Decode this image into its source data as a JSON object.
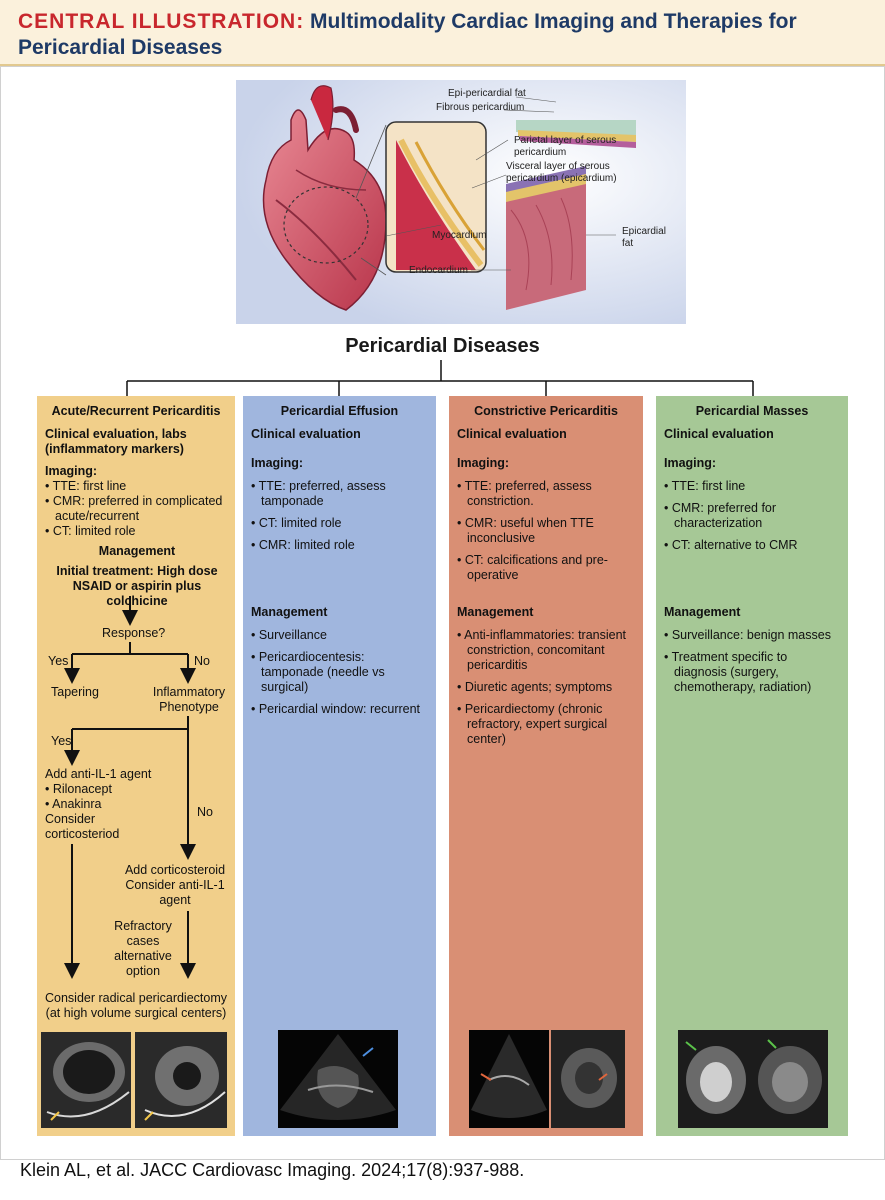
{
  "header": {
    "label": "CENTRAL ILLUSTRATION:",
    "title": "Multimodality Cardiac Imaging and Therapies for Pericardial Diseases"
  },
  "anatomy_labels": {
    "epi_fat": "Epi-pericardial fat",
    "fibrous": "Fibrous pericardium",
    "parietal_1": "Parietal layer of serous",
    "parietal_2": "pericardium",
    "visceral_1": "Visceral layer of serous",
    "visceral_2": "pericardium (epicardium)",
    "myocardium": "Myocardium",
    "epicardial_1": "Epicardial",
    "epicardial_2": "fat",
    "endocardium": "Endocardium"
  },
  "main_title": "Pericardial Diseases",
  "columns": {
    "acute": {
      "title": "Acute/Recurrent Pericarditis",
      "clinical": "Clinical evaluation, labs (inflammatory markers)",
      "imaging_label": "Imaging:",
      "imaging": [
        "• TTE: first line",
        "• CMR: preferred in complicated acute/recurrent",
        "• CT: limited role"
      ],
      "management_label": "Management",
      "initial": "Initial treatment: High dose NSAID or aspirin plus colchicine",
      "response": "Response?",
      "yes1": "Yes",
      "no1": "No",
      "tapering": "Tapering",
      "inflammatory": "Inflammatory Phenotype",
      "yes2": "Yes",
      "anti_il1": "Add anti-IL-1 agent",
      "rilonacept": "• Rilonacept",
      "anakinra": "• Anakinra",
      "consider_cort": "Consider corticosteriod",
      "no2": "No",
      "add_cort": "Add corticosteroid Consider anti-IL-1 agent",
      "refractory": "Refractory cases alternative option",
      "radical": "Consider radical pericardiectomy (at high volume surgical centers)"
    },
    "effusion": {
      "title": "Pericardial Effusion",
      "clinical": "Clinical evaluation",
      "imaging_label": "Imaging:",
      "imaging": [
        "• TTE: preferred, assess tamponade",
        "• CT: limited role",
        "• CMR: limited role"
      ],
      "management_label": "Management",
      "management": [
        "• Surveillance",
        "• Pericardiocentesis: tamponade (needle vs surgical)",
        "• Pericardial window: recurrent"
      ]
    },
    "constrictive": {
      "title": "Constrictive Pericarditis",
      "clinical": "Clinical evaluation",
      "imaging_label": "Imaging:",
      "imaging": [
        "• TTE: preferred, assess constriction.",
        "• CMR: useful when TTE inconclusive",
        "• CT: calcifications and pre-operative"
      ],
      "management_label": "Management",
      "management": [
        "• Anti-inflammatories: transient constriction, concomitant pericarditis",
        "• Diuretic agents; symptoms",
        "• Pericardiectomy (chronic refractory, expert surgical center)"
      ]
    },
    "masses": {
      "title": "Pericardial Masses",
      "clinical": "Clinical evaluation",
      "imaging_label": "Imaging:",
      "imaging": [
        "• TTE: first line",
        "• CMR: preferred for characterization",
        "• CT: alternative to CMR"
      ],
      "management_label": "Management",
      "management": [
        "• Surveillance: benign masses",
        "• Treatment specific to diagnosis (surgery, chemotherapy, radiation)"
      ]
    }
  },
  "colors": {
    "acute": "#f1cf8a",
    "effusion": "#a0b6de",
    "constrictive": "#d98f74",
    "masses": "#a6c896",
    "title_red": "#c8272d",
    "title_navy": "#1e3a66"
  },
  "citation": "Klein AL, et al. JACC Cardiovasc Imaging. 2024;17(8):937-988."
}
